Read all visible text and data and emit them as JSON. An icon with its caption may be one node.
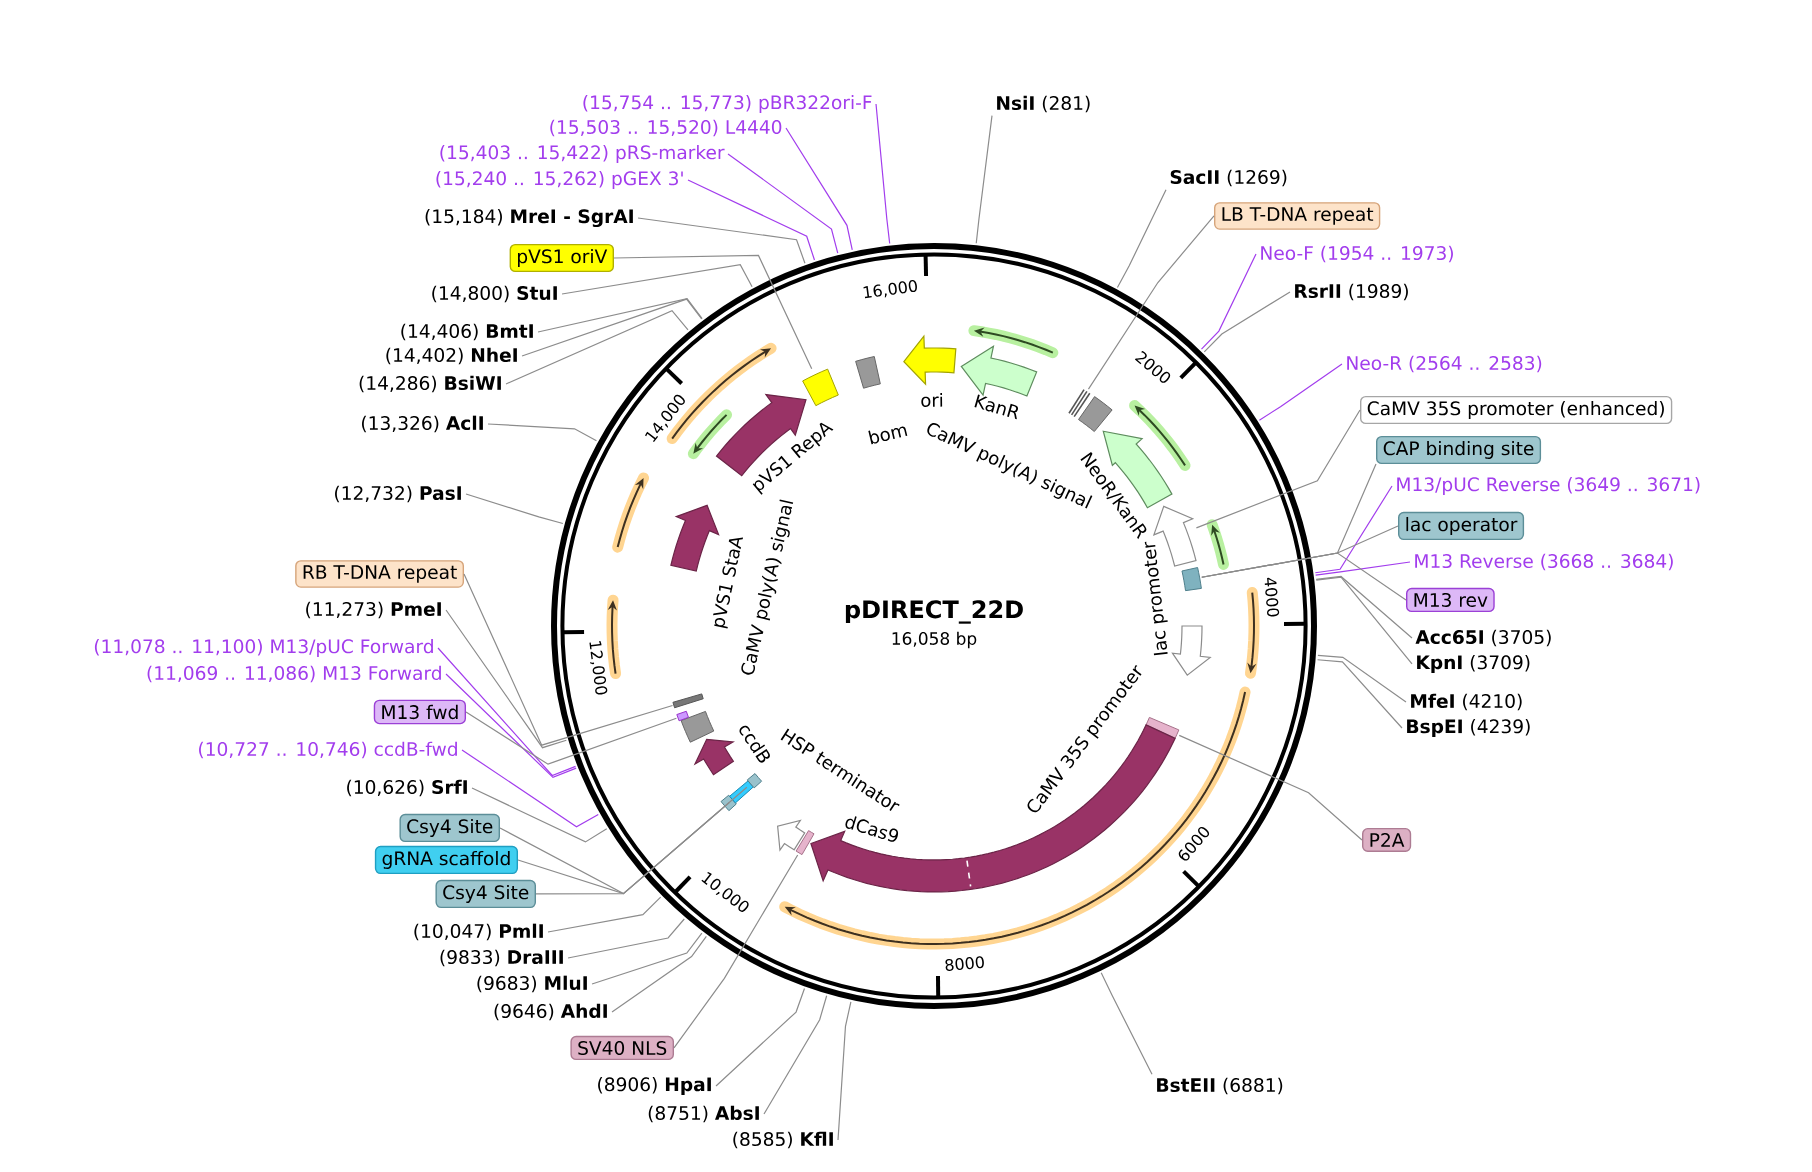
{
  "diagram": {
    "title": "pDIRECT_22D",
    "nodes": [
      {
        "text": [
          "(15,754 .. 15,773) pBR322ori-F"
        ]
      },
      {
        "text": [
          "(15,503 .. 15,520) L4440"
        ]
      },
      {
        "text": [
          "(15,403 .. 15,422) pRS-marker"
        ]
      },
      {
        "text": [
          "(15,240 .. 15,262) pGEX 3'"
        ]
      },
      {
        "text": [
          "(15,184) **MreI - SgrAI**"
        ]
      },
      {
        "text": [
          "pVS1 oriV"
        ]
      },
      {
        "text": [
          "(14,800) **StuI**"
        ]
      },
      {
        "text": [
          "(14,406) **BmtI**"
        ]
      },
      {
        "text": [
          "(14,402) **NheI**"
        ]
      },
      {
        "text": [
          "(14,286) **BsiWI**"
        ]
      },
      {
        "text": [
          "(13,326) **AclI**"
        ]
      },
      {
        "text": [
          "(12,732) **PasI**"
        ]
      },
      {
        "text": [
          "RB T-DNA repeat"
        ]
      },
      {
        "text": [
          "(11,273) **PmeI**"
        ]
      },
      {
        "text": [
          "(11,078 .. 11,100) M13/pUC Forward"
        ]
      },
      {
        "text": [
          "(11,069 .. 11,086) M13 Forward"
        ]
      },
      {
        "text": [
          "M13 fwd"
        ]
      },
      {
        "text": [
          "(10,727 .. 10,746) ccdB-fwd"
        ]
      },
      {
        "text": [
          "(10,626) **SrfI**"
        ]
      },
      {
        "text": [
          "Csy4 Site"
        ]
      },
      {
        "text": [
          "gRNA scaffold"
        ]
      },
      {
        "text": [
          "Csy4 Site"
        ]
      },
      {
        "text": [
          "(10,047) **PmlI**"
        ]
      },
      {
        "text": [
          "(9833) **DraIII**"
        ]
      },
      {
        "text": [
          "(9683) **MluI**"
        ]
      },
      {
        "text": [
          "(9646) **AhdI**"
        ]
      },
      {
        "text": [
          "SV40 NLS"
        ]
      },
      {
        "text": [
          "(8906) **HpaI**"
        ]
      },
      {
        "text": [
          "(8751) **AbsI**"
        ]
      },
      {
        "text": [
          "(8585) **KflI**"
        ]
      },
      {
        "text": [
          "**NsiI** (281)"
        ]
      },
      {
        "text": [
          "**SacII** (1269)"
        ]
      },
      {
        "text": [
          "LB T-DNA repeat"
        ]
      },
      {
        "text": [
          "Neo-F (1954 .. 1973)"
        ]
      },
      {
        "text": [
          "**RsrII** (1989)"
        ]
      },
      {
        "text": [
          "Neo-R (2564 .. 2583)"
        ]
      },
      {
        "text": [
          "CaMV 35S promoter (enhanced)"
        ]
      },
      {
        "text": [
          "CAP binding site"
        ]
      },
      {
        "text": [
          "M13/pUC Reverse (3649 .. 3671)"
        ]
      },
      {
        "text": [
          "lac operator"
        ]
      },
      {
        "text": [
          "M13 Reverse (3668 .. 3684)"
        ]
      },
      {
        "text": [
          "M13 rev"
        ]
      },
      {
        "text": [
          "**Acc65I** (3705)"
        ]
      },
      {
        "text": [
          "**KpnI** (3709)"
        ]
      },
      {
        "text": [
          "**MfeI** (4210)"
        ]
      },
      {
        "text": [
          "**BspEI** (4239)"
        ]
      },
      {
        "text": [
          "P2A"
        ]
      },
      {
        "text": [
          "**BstEII** (6881)"
        ]
      },
      {
        "text": [
          "ori"
        ]
      },
      {
        "text": [
          "KanR"
        ]
      },
      {
        "text": [],
        "shape": "bar"
      },
      {
        "text": [
          "CaMV poly(A) signal"
        ]
      },
      {
        "text": [
          "NeoR/KanR"
        ]
      },
      {
        "text": [],
        "shape": "arrow"
      },
      {
        "text": [
          "lac promoter"
        ]
      },
      {
        "text": [
          "CaMV 35S promoter"
        ]
      },
      {
        "text": [],
        "shape": "bar"
      },
      {
        "text": [
          "dCas9"
        ]
      },
      {
        "text": [],
        "shape": "bar"
      },
      {
        "text": [
          "HSP terminator"
        ]
      },
      {
        "text": [],
        "shape": "box"
      },
      {
        "text": [],
        "shape": "box"
      },
      {
        "text": [],
        "shape": "box"
      },
      {
        "text": [
          "ccdB"
        ]
      },
      {
        "text": [
          "CaMV poly(A) signal"
        ]
      },
      {
        "text": [],
        "shape": "bar"
      },
      {
        "text": [],
        "shape": "bar"
      },
      {
        "text": [
          "pVS1 StaA"
        ]
      },
      {
        "text": [
          "pVS1 RepA"
        ]
      },
      {
        "text": [],
        "shape": "box"
      },
      {
        "text": [
          "bom"
        ]
      }
    ],
    "edges": [
      {
        "from": 0,
        "to": null,
        "arrow": "none",
        "color": "#a23ded"
      },
      {
        "from": 1,
        "to": null,
        "arrow": "none",
        "color": "#a23ded"
      },
      {
        "from": 2,
        "to": null,
        "arrow": "none",
        "color": "#a23ded"
      },
      {
        "from": 3,
        "to": null,
        "arrow": "none",
        "color": "#a23ded"
      },
      {
        "from": 4,
        "to": null,
        "arrow": "none"
      },
      {
        "from": 5,
        "to": 69,
        "arrow": "none"
      },
      {
        "from": 6,
        "to": null,
        "arrow": "none"
      },
      {
        "from": 7,
        "to": null,
        "arrow": "none"
      },
      {
        "from": 8,
        "to": null,
        "arrow": "none"
      },
      {
        "from": 9,
        "to": null,
        "arrow": "none"
      },
      {
        "from": 10,
        "to": null,
        "arrow": "none"
      },
      {
        "from": 11,
        "to": null,
        "arrow": "none"
      },
      {
        "from": 12,
        "to": 66,
        "arrow": "none"
      },
      {
        "from": 13,
        "to": null,
        "arrow": "none"
      },
      {
        "from": 14,
        "to": null,
        "arrow": "none",
        "color": "#a23ded"
      },
      {
        "from": 15,
        "to": null,
        "arrow": "none",
        "color": "#a23ded"
      },
      {
        "from": 16,
        "to": 65,
        "arrow": "none"
      },
      {
        "from": 17,
        "to": null,
        "arrow": "none",
        "color": "#a23ded"
      },
      {
        "from": 18,
        "to": null,
        "arrow": "none"
      },
      {
        "from": 19,
        "to": 60,
        "arrow": "none"
      },
      {
        "from": 20,
        "to": 61,
        "arrow": "none"
      },
      {
        "from": 21,
        "to": 62,
        "arrow": "none"
      },
      {
        "from": 22,
        "to": null,
        "arrow": "none"
      },
      {
        "from": 23,
        "to": null,
        "arrow": "none"
      },
      {
        "from": 24,
        "to": null,
        "arrow": "none"
      },
      {
        "from": 25,
        "to": null,
        "arrow": "none"
      },
      {
        "from": 26,
        "to": 58,
        "arrow": "none"
      },
      {
        "from": 27,
        "to": null,
        "arrow": "none"
      },
      {
        "from": 28,
        "to": null,
        "arrow": "none"
      },
      {
        "from": 29,
        "to": null,
        "arrow": "none"
      },
      {
        "from": 30,
        "to": null,
        "arrow": "none"
      },
      {
        "from": 31,
        "to": null,
        "arrow": "none"
      },
      {
        "from": 32,
        "to": 50,
        "arrow": "none"
      },
      {
        "from": 33,
        "to": null,
        "arrow": "none",
        "color": "#a23ded"
      },
      {
        "from": 34,
        "to": null,
        "arrow": "none"
      },
      {
        "from": 35,
        "to": null,
        "arrow": "none",
        "color": "#a23ded"
      },
      {
        "from": 36,
        "to": 53,
        "arrow": "none"
      },
      {
        "from": 37,
        "to": 54,
        "arrow": "none"
      },
      {
        "from": 38,
        "to": null,
        "arrow": "none",
        "color": "#a23ded"
      },
      {
        "from": 39,
        "to": 54,
        "arrow": "none"
      },
      {
        "from": 40,
        "to": null,
        "arrow": "none",
        "color": "#a23ded"
      },
      {
        "from": 41,
        "to": 54,
        "arrow": "none"
      },
      {
        "from": 42,
        "to": null,
        "arrow": "none"
      },
      {
        "from": 43,
        "to": null,
        "arrow": "none"
      },
      {
        "from": 44,
        "to": null,
        "arrow": "none"
      },
      {
        "from": 45,
        "to": null,
        "arrow": "none"
      },
      {
        "from": 46,
        "to": 56,
        "arrow": "none"
      },
      {
        "from": 47,
        "to": null,
        "arrow": "none"
      }
    ],
    "labels": [
      "16,058 bp",
      "2000",
      "4000",
      "6000",
      "8000",
      "10,000",
      "12,000",
      "14,000",
      "16,000"
    ]
  }
}
